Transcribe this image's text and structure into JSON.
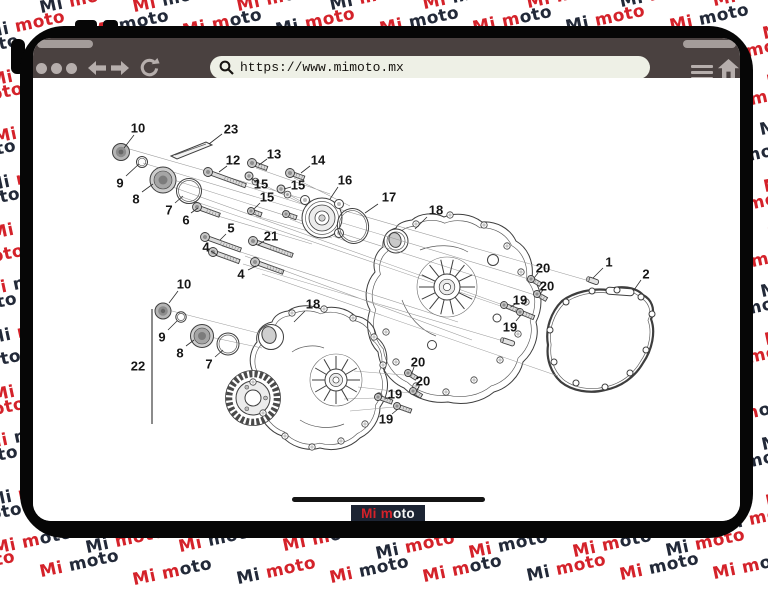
{
  "browser": {
    "url": "https://www.mimoto.mx",
    "icons": {
      "back": "back-arrow-icon",
      "forward": "forward-arrow-icon",
      "reload": "reload-icon",
      "search": "magnifier-icon",
      "menu": "hamburger-menu-icon",
      "home": "home-icon"
    }
  },
  "watermark": {
    "word_left": "Mi",
    "word_right": "moto",
    "red": "#d4222a",
    "navy": "#222938"
  },
  "brand": {
    "logo_left": "Mi m",
    "logo_right": "oto",
    "bg": "#1c2433",
    "red": "#d4222a",
    "white": "#f5f5f5"
  },
  "diagram": {
    "description": "exploded parts diagram of motorcycle engine side covers",
    "callouts": [
      [
        "10",
        138,
        128,
        134,
        135,
        124,
        148
      ],
      [
        "9",
        120,
        183,
        126,
        176,
        139,
        164
      ],
      [
        "8",
        136,
        199,
        142,
        192,
        153,
        184
      ],
      [
        "7",
        169,
        210,
        175,
        203,
        183,
        196
      ],
      [
        "6",
        186,
        220,
        191,
        213,
        198,
        208
      ],
      [
        "23",
        231,
        129,
        222,
        134,
        209,
        144
      ],
      [
        "12",
        233,
        160,
        227,
        166,
        219,
        172
      ],
      [
        "13",
        274,
        154,
        267,
        159,
        259,
        165
      ],
      [
        "14",
        318,
        160,
        310,
        166,
        301,
        173
      ],
      [
        "15",
        261,
        184,
        255,
        181,
        251,
        178
      ],
      [
        "15",
        298,
        185,
        291,
        187,
        284,
        189
      ],
      [
        "15",
        267,
        197,
        260,
        203,
        254,
        209
      ],
      [
        "16",
        345,
        180,
        338,
        187,
        330,
        199
      ],
      [
        "17",
        389,
        197,
        378,
        204,
        365,
        213
      ],
      [
        "18",
        436,
        210,
        427,
        217,
        415,
        229
      ],
      [
        "5",
        231,
        228,
        226,
        234,
        220,
        240
      ],
      [
        "21",
        271,
        236,
        264,
        241,
        258,
        245
      ],
      [
        "4",
        206,
        247,
        211,
        251,
        217,
        255
      ],
      [
        "4",
        241,
        274,
        248,
        270,
        256,
        266
      ],
      [
        "20",
        543,
        268,
        538,
        273,
        534,
        278
      ],
      [
        "20",
        547,
        286,
        543,
        290,
        540,
        294
      ],
      [
        "19",
        520,
        300,
        515,
        304,
        511,
        307
      ],
      [
        "19",
        510,
        327,
        516,
        321,
        521,
        315
      ],
      [
        "1",
        609,
        262,
        603,
        268,
        593,
        278
      ],
      [
        "2",
        646,
        274,
        641,
        280,
        634,
        290
      ],
      [
        "10",
        184,
        284,
        178,
        291,
        169,
        303
      ],
      [
        "9",
        162,
        337,
        168,
        330,
        177,
        321
      ],
      [
        "8",
        180,
        353,
        186,
        346,
        194,
        340
      ],
      [
        "7",
        209,
        364,
        215,
        357,
        223,
        350
      ],
      [
        "22",
        138,
        366,
        0,
        0,
        0,
        0
      ],
      [
        "18",
        313,
        304,
        305,
        311,
        294,
        322
      ],
      [
        "20",
        418,
        362,
        414,
        367,
        412,
        373
      ],
      [
        "20",
        423,
        381,
        419,
        386,
        417,
        391
      ],
      [
        "19",
        395,
        394,
        390,
        397,
        385,
        399
      ],
      [
        "19",
        386,
        419,
        392,
        414,
        398,
        409
      ]
    ]
  }
}
